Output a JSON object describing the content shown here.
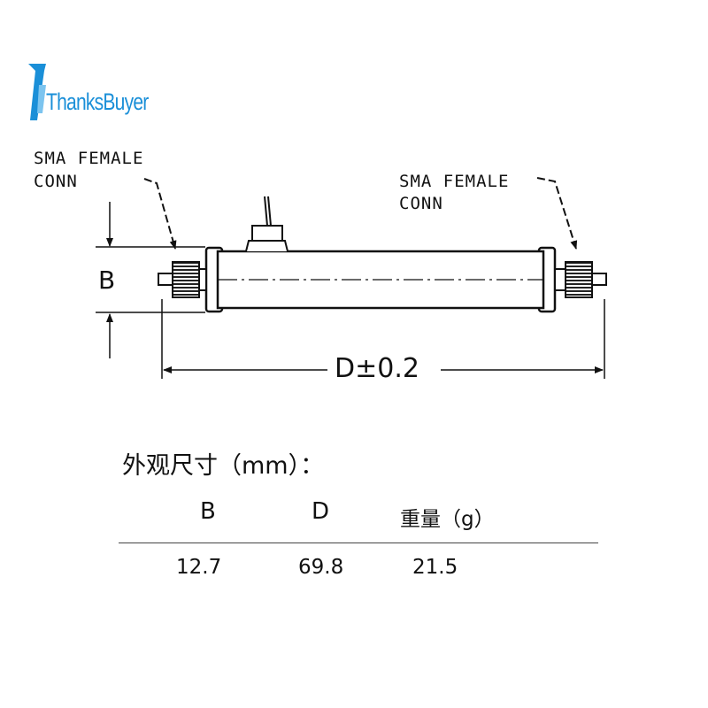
{
  "brand": {
    "name": "ThanksBuyer"
  },
  "callouts": {
    "left": [
      "SMA FEMALE",
      "CONN"
    ],
    "right": [
      "SMA FEMALE",
      "CONN"
    ]
  },
  "dimensions": {
    "height_label": "B",
    "length_label": "D±0.2"
  },
  "spec_table": {
    "title": "外观尺寸（mm）：",
    "headers": [
      "B",
      "D",
      "重量（g）"
    ],
    "rows": [
      [
        "12.7",
        "69.8",
        "21.5"
      ]
    ]
  },
  "colors": {
    "logo": "#1a8fd8",
    "line": "#111111"
  }
}
